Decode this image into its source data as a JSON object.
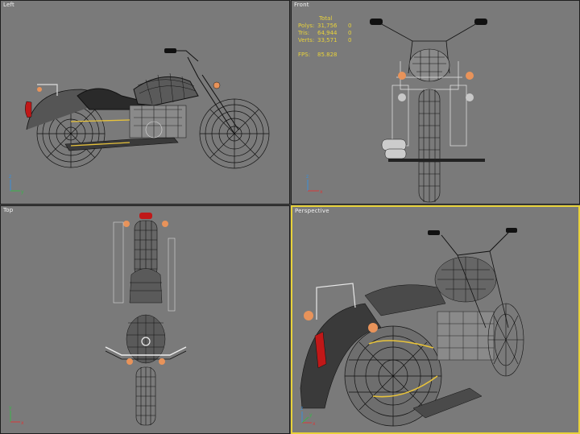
{
  "viewports": {
    "left": {
      "label": "Left"
    },
    "front": {
      "label": "Front"
    },
    "top": {
      "label": "Top"
    },
    "perspective": {
      "label": "Perspective"
    }
  },
  "stats": {
    "header": "Total",
    "polys_label": "Polys:",
    "polys_value": "31,756",
    "polys_zero": "0",
    "tris_label": "Tris:",
    "tris_value": "64,944",
    "tris_zero": "0",
    "verts_label": "Verts:",
    "verts_value": "33,571",
    "verts_zero": "0",
    "fps_label": "FPS:",
    "fps_value": "85.828"
  },
  "axis_labels": {
    "x": "x",
    "y": "y",
    "z": "z"
  },
  "colors": {
    "viewport_bg": "#7a7a7a",
    "active_border": "#e8d23a",
    "wire": "#111111",
    "ghost": "#d8d8d8",
    "accent_orange": "#e8935a",
    "tail_red": "#c01818",
    "chain_yellow": "#e8c33a"
  }
}
